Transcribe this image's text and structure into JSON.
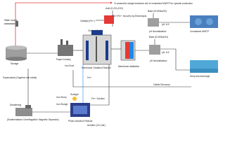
{
  "labels": {
    "top_note": "To anaerobic sludge treatment unit of centralized WWTP for cyanide production",
    "water_source": "Water source",
    "storage": "Storage",
    "acid": "Acid (H₂SO₄/HCl)",
    "catalyst": "Catalyst (Fe²⁺)",
    "fe_recovery": "Fe²⁺/Fe³⁺ recovery by Electrolysis",
    "oxidant": "Oxidant (H₂O₂)",
    "base_top": "Base (KOH/NaOH)",
    "ph_top": "pH: 6-9",
    "centralized": "Centralized WWTP",
    "paper_industry": "Paper Industry",
    "iron_dust": "Iron Dust",
    "membrane_oxidation": "Membrane Oxidation Reactor",
    "membrane_distillation": "Membrane distillation",
    "base_mid": "Base (KOH/NaOH)",
    "ph_mid": "pH: 6-9",
    "neutralization": "pH Neutralization",
    "deep_sea": "Deep sea discharge",
    "visible_recovery": "Visible Recovery",
    "supernatant": "Supernatant (Organics rich solids)",
    "iron_slurry": "Iron Slurry",
    "iron_sludge": "Iron Sludge",
    "fe_solution": "Fe³⁺ Solution",
    "sunlight": "Sunlight",
    "dewatering": "Dewatering",
    "dewater_methods": "(Sedimentation/ Centrifugation/ Magnetic Separator)",
    "photo_reduction": "Photo-reduction Reactor",
    "aeration": "Aeration (CO₂/Air)",
    "fe_small": "Fe³⁺"
  },
  "colors": {
    "red": "#e53935",
    "blue": "#1e88e5",
    "navy": "#1a3c8a",
    "gray_tank": "#9e9e9e",
    "dark": "#333333",
    "sea": "#4fa8d8"
  }
}
